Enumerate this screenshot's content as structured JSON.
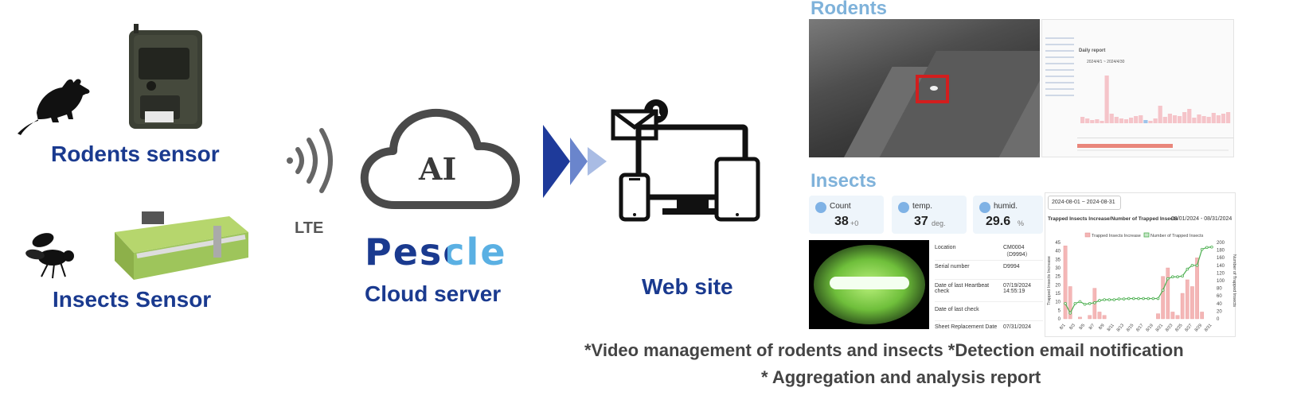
{
  "left": {
    "rodents_label": "Rodents sensor",
    "insects_label": "Insects Sensor",
    "lte_label": "LTE"
  },
  "cloud": {
    "ai_label": "AI",
    "brand": "Pescle",
    "server_label": "Cloud server"
  },
  "web": {
    "label": "Web site"
  },
  "rodents_panel": {
    "title": "Rodents",
    "report_title": "Daily report",
    "date_range": "2024/4/1 ~ 2024/4/30"
  },
  "insects_panel": {
    "title": "Insects",
    "stats": [
      {
        "label": "Count",
        "value": "38",
        "sub": "+0"
      },
      {
        "label": "temp.",
        "value": "37",
        "sub": "deg."
      },
      {
        "label": "humid.",
        "value": "29.6",
        "sub": "%"
      }
    ],
    "info_rows": [
      {
        "key": "Location",
        "val": "CM0004（D9994）"
      },
      {
        "key": "Serial number",
        "val": "D9994"
      },
      {
        "key": "Date of last Heartbeat check",
        "val": "07/19/2024 14:55:19"
      },
      {
        "key": "Date of last check",
        "val": ""
      },
      {
        "key": "Sheet Replacement Date",
        "val": "07/31/2024"
      }
    ],
    "date_select": "2024-08-01 ~ 2024-08-31",
    "chart_title": "Trapped Insects Increase/Number of Trapped Insects",
    "chart_range": "08/01/2024 - 08/31/2024"
  },
  "chart_data": {
    "type": "bar",
    "categories": [
      "8/1",
      "8/2",
      "8/3",
      "8/4",
      "8/5",
      "8/6",
      "8/7",
      "8/8",
      "8/9",
      "8/10",
      "8/11",
      "8/12",
      "8/13",
      "8/14",
      "8/15",
      "8/16",
      "8/17",
      "8/18",
      "8/19",
      "8/20",
      "8/21",
      "8/22",
      "8/23",
      "8/24",
      "8/25",
      "8/26",
      "8/27",
      "8/28",
      "8/29",
      "8/30",
      "8/31"
    ],
    "tick_labels": [
      "8/1",
      "8/3",
      "8/5",
      "8/7",
      "8/9",
      "8/11",
      "8/13",
      "8/15",
      "8/17",
      "8/19",
      "8/21",
      "8/23",
      "8/25",
      "8/27",
      "8/29",
      "8/31"
    ],
    "series": [
      {
        "name": "Trapped Insects Increase",
        "type": "bar",
        "axis": "left",
        "values": [
          43,
          19,
          0,
          1,
          0,
          2,
          18,
          4,
          2,
          0,
          0,
          0,
          0,
          0,
          0,
          0,
          0,
          0,
          0,
          3,
          25,
          30,
          4,
          2,
          15,
          23,
          19,
          36,
          4,
          0,
          0
        ]
      },
      {
        "name": "Number of Trapped Insects",
        "type": "line",
        "axis": "right",
        "values": [
          40,
          15,
          40,
          45,
          38,
          40,
          42,
          48,
          50,
          50,
          50,
          52,
          52,
          53,
          53,
          53,
          53,
          53,
          53,
          53,
          75,
          105,
          110,
          110,
          112,
          130,
          140,
          140,
          182,
          187,
          188
        ]
      }
    ],
    "ylabel_left": "Trapped Insects Increase",
    "ylabel_right": "Number of Trapped Insects",
    "ylim_left": [
      0,
      45
    ],
    "ylim_right": [
      0,
      200
    ],
    "yticks_left": [
      0,
      5,
      10,
      15,
      20,
      25,
      30,
      35,
      40,
      45
    ],
    "yticks_right": [
      0,
      20,
      40,
      60,
      80,
      100,
      120,
      140,
      160,
      180,
      200
    ],
    "bar_color": "#f4b6b6",
    "line_color": "#4caf50",
    "legend": "top"
  },
  "footer": {
    "line1": "*Video management of rodents and insects *Detection email notification",
    "line2": "* Aggregation and analysis report"
  }
}
